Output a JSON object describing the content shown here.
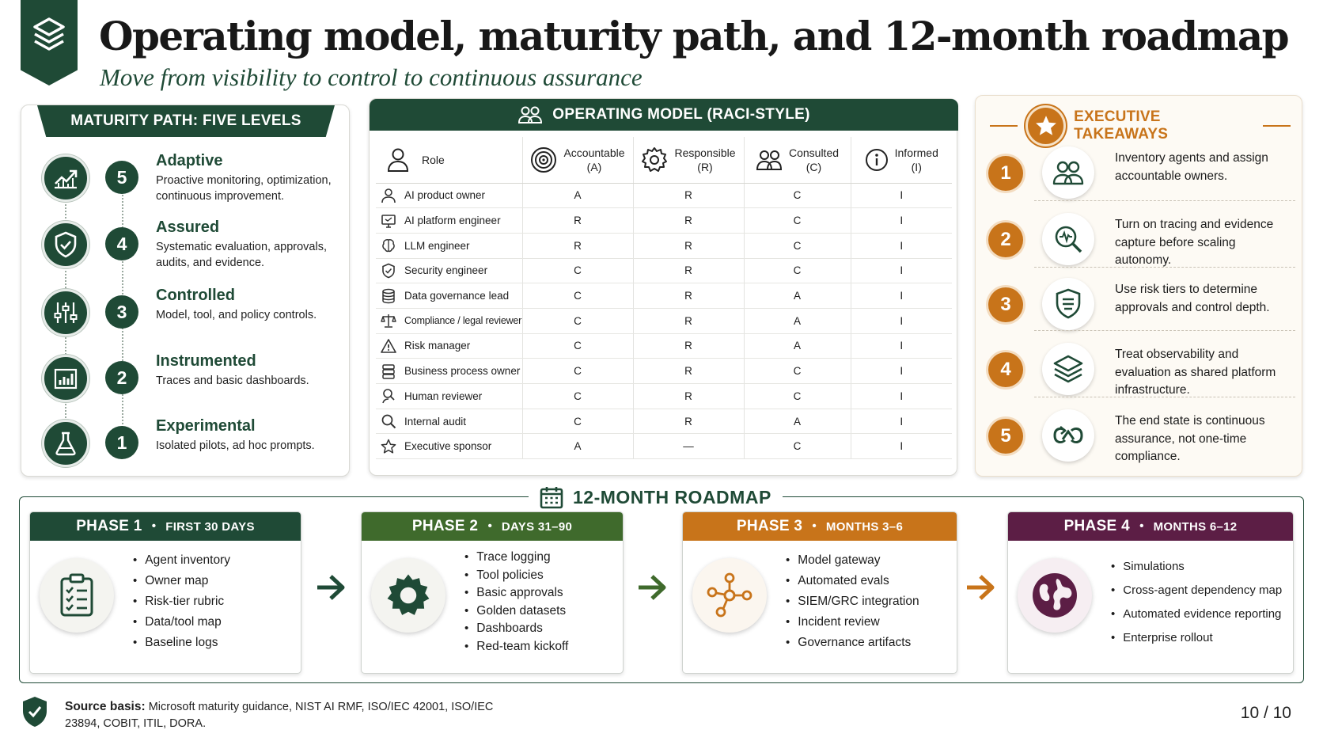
{
  "header": {
    "title": "Operating model, maturity path, and 12-month roadmap",
    "subtitle": "Move from visibility to control to continuous assurance",
    "logo_icon": "layers-logo-icon"
  },
  "colors": {
    "green": "#1f4a36",
    "orange": "#c8741a",
    "phase1": "#1f4a36",
    "phase2": "#3f6a2c",
    "phase3": "#c8741a",
    "phase4": "#5c1e45"
  },
  "maturity": {
    "title": "MATURITY PATH: FIVE LEVELS",
    "levels": [
      {
        "num": "5",
        "name": "Adaptive",
        "desc": "Proactive monitoring, optimization, continuous improvement.",
        "icon": "trend-chart-icon"
      },
      {
        "num": "4",
        "name": "Assured",
        "desc": "Systematic evaluation, approvals, audits, and evidence.",
        "icon": "shield-check-icon"
      },
      {
        "num": "3",
        "name": "Controlled",
        "desc": "Model, tool, and policy controls.",
        "icon": "sliders-icon"
      },
      {
        "num": "2",
        "name": "Instrumented",
        "desc": "Traces and basic dashboards.",
        "icon": "bar-chart-icon"
      },
      {
        "num": "1",
        "name": "Experimental",
        "desc": "Isolated pilots, ad hoc prompts.",
        "icon": "flask-icon"
      }
    ]
  },
  "raci": {
    "title": "OPERATING MODEL (RACI-STYLE)",
    "headers": {
      "role": "Role",
      "a": [
        "Accountable",
        "(A)"
      ],
      "r": [
        "Responsible",
        "(R)"
      ],
      "c": [
        "Consulted",
        "(C)"
      ],
      "i": [
        "Informed",
        "(I)"
      ]
    },
    "rows": [
      {
        "role": "AI product owner",
        "a": "A",
        "r": "R",
        "c": "C",
        "i": "I",
        "icon": "person-icon"
      },
      {
        "role": "AI platform engineer",
        "a": "R",
        "r": "R",
        "c": "C",
        "i": "I",
        "icon": "monitor-icon"
      },
      {
        "role": "LLM engineer",
        "a": "R",
        "r": "R",
        "c": "C",
        "i": "I",
        "icon": "brain-icon"
      },
      {
        "role": "Security engineer",
        "a": "C",
        "r": "R",
        "c": "C",
        "i": "I",
        "icon": "shield-icon"
      },
      {
        "role": "Data governance lead",
        "a": "C",
        "r": "R",
        "c": "A",
        "i": "I",
        "icon": "database-icon"
      },
      {
        "role": "Compliance / legal reviewer",
        "a": "C",
        "r": "R",
        "c": "A",
        "i": "I",
        "icon": "scales-icon"
      },
      {
        "role": "Risk manager",
        "a": "C",
        "r": "R",
        "c": "A",
        "i": "I",
        "icon": "warning-icon"
      },
      {
        "role": "Business process owner",
        "a": "C",
        "r": "R",
        "c": "C",
        "i": "I",
        "icon": "stack-icon"
      },
      {
        "role": "Human reviewer",
        "a": "C",
        "r": "R",
        "c": "C",
        "i": "I",
        "icon": "reviewer-icon"
      },
      {
        "role": "Internal audit",
        "a": "C",
        "r": "R",
        "c": "A",
        "i": "I",
        "icon": "magnifier-icon"
      },
      {
        "role": "Executive sponsor",
        "a": "A",
        "r": "—",
        "c": "C",
        "i": "I",
        "icon": "star-icon"
      }
    ]
  },
  "takeaways": {
    "title": "EXECUTIVE TAKEAWAYS",
    "items": [
      {
        "num": "1",
        "text": "Inventory agents and assign accountable owners.",
        "icon": "people-icon"
      },
      {
        "num": "2",
        "text": "Turn on tracing and evidence capture before scaling autonomy.",
        "icon": "search-pulse-icon"
      },
      {
        "num": "3",
        "text": "Use risk tiers to determine approvals and control depth.",
        "icon": "tiered-shield-icon"
      },
      {
        "num": "4",
        "text": "Treat observability and evaluation as shared platform infrastructure.",
        "icon": "layers-icon"
      },
      {
        "num": "5",
        "text": "The end state is continuous assurance, not one-time compliance.",
        "icon": "infinity-loop-icon"
      }
    ]
  },
  "roadmap": {
    "title": "12-MONTH ROADMAP",
    "phases": [
      {
        "name": "PHASE 1",
        "when": "FIRST 30 DAYS",
        "icon": "clipboard-checklist-icon",
        "items": [
          "Agent inventory",
          "Owner map",
          "Risk-tier rubric",
          "Data/tool map",
          "Baseline logs"
        ]
      },
      {
        "name": "PHASE 2",
        "when": "DAYS 31–90",
        "icon": "gear-icon",
        "items": [
          "Trace logging",
          "Tool policies",
          "Basic approvals",
          "Golden datasets",
          "Dashboards",
          "Red-team kickoff"
        ]
      },
      {
        "name": "PHASE 3",
        "when": "MONTHS 3–6",
        "icon": "network-hub-icon",
        "items": [
          "Model gateway",
          "Automated evals",
          "SIEM/GRC integration",
          "Incident review",
          "Governance artifacts"
        ]
      },
      {
        "name": "PHASE 4",
        "when": "MONTHS 6–12",
        "icon": "globe-icon",
        "items": [
          "Simulations",
          "Cross-agent dependency map",
          "Automated evidence reporting",
          "Enterprise rollout"
        ]
      }
    ]
  },
  "footer": {
    "source_label": "Source basis:",
    "source_text": "Microsoft maturity guidance, NIST AI RMF, ISO/IEC 42001, ISO/IEC 23894, COBIT, ITIL, DORA.",
    "page": "10 / 10"
  }
}
